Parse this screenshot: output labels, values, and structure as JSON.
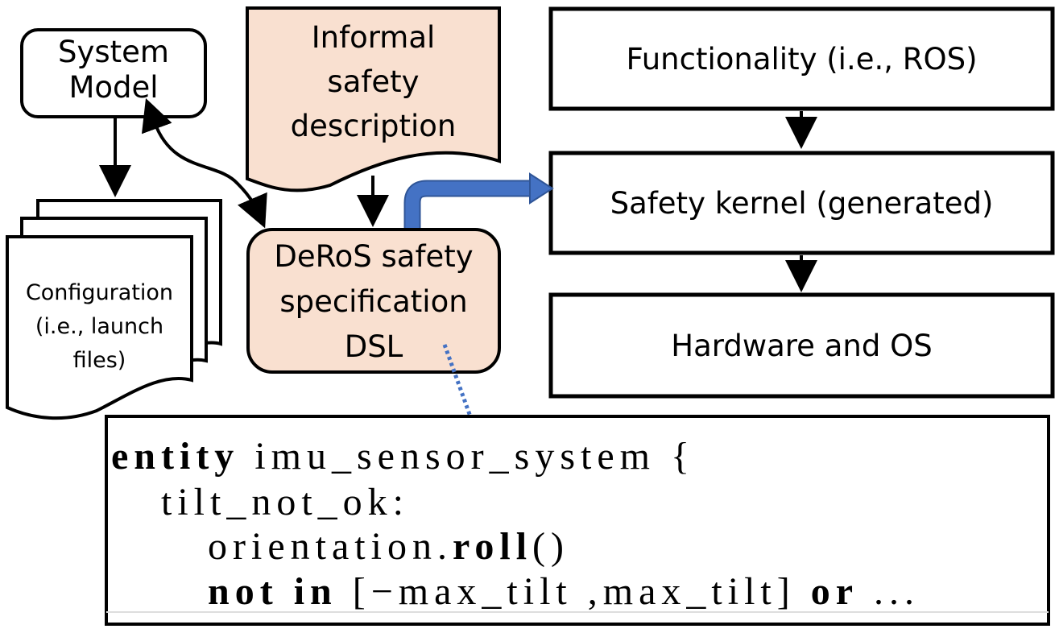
{
  "system_model": {
    "line1": "System",
    "line2": "Model"
  },
  "informal": {
    "line1": "Informal",
    "line2": "safety",
    "line3": "description"
  },
  "configuration": {
    "line1": "Configuration",
    "line2": "(i.e., launch",
    "line3": "files)"
  },
  "deros": {
    "line1": "DeRoS safety",
    "line2": "specification",
    "line3": "DSL"
  },
  "layers": {
    "functionality": "Functionality (i.e., ROS)",
    "kernel": "Safety kernel (generated)",
    "hardware": "Hardware and OS"
  },
  "code": {
    "l1_kw": "entity",
    "l1_rest": " imu_sensor_system {",
    "l2": "tilt_not_ok:",
    "l3_a": "orientation.",
    "l3_kw": "roll",
    "l3_b": "()",
    "l4_kw1": "not",
    "l4_sp": " ",
    "l4_kw2": "in",
    "l4_mid": " [−max_tilt ,max_tilt] ",
    "l4_kw3": "or",
    "l4_end": " ..."
  },
  "colors": {
    "peach": "#f9e0d0",
    "blue_arrow": "#4472c4",
    "dotted_line": "#4472c4"
  }
}
